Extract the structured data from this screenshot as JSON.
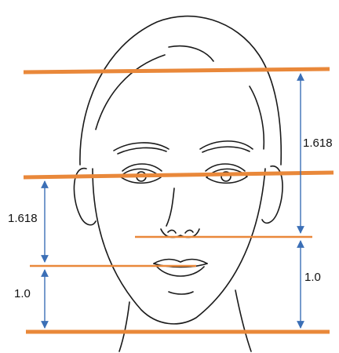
{
  "labels": {
    "right_upper": "1.618",
    "right_lower": "1.0",
    "left_upper": "1.618",
    "left_lower": "1.0"
  },
  "colors": {
    "guide_line": "#E9883A",
    "arrow": "#3B6FB6",
    "sketch": "#1a1a1a"
  },
  "icons": {
    "drawing": "face-sketch",
    "arrows": "double-headed-arrow"
  }
}
